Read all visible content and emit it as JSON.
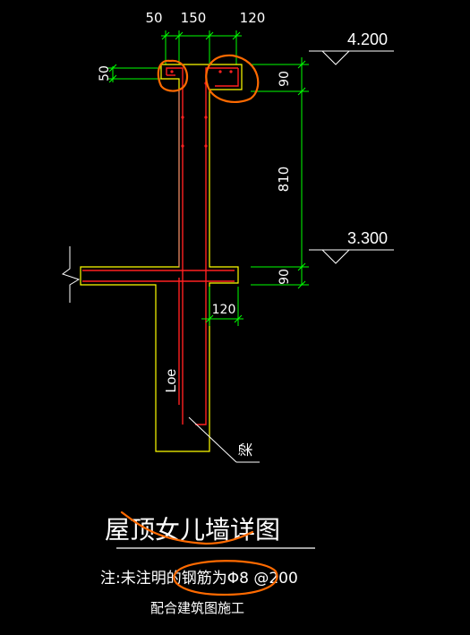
{
  "drawing": {
    "title": "屋顶女儿墙详图",
    "note_line1": "注:未注明的钢筋为Φ8 @200",
    "note_line2": "配合建筑图施工"
  },
  "dimensions": {
    "top_50": "50",
    "top_150": "150",
    "top_120": "120",
    "left_50": "50",
    "right_90_top": "90",
    "right_810": "810",
    "right_90_bottom": "90",
    "width_120": "120"
  },
  "elevations": {
    "top": "4.200",
    "slab": "3.300"
  },
  "labels": {
    "anchorage": "Loe",
    "beam": "梁"
  },
  "colors": {
    "background": "#000000",
    "outline": "#ffff00",
    "rebar": "#ff2020",
    "dimension": "#00ff00",
    "text": "#ffffff",
    "markup": "#ff6a00",
    "wall_edge": "#ff7f7f"
  }
}
